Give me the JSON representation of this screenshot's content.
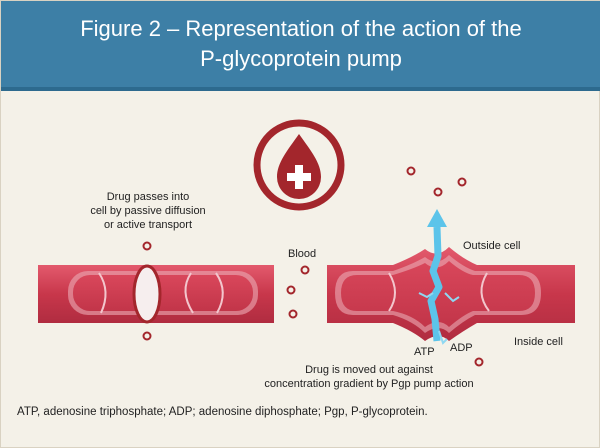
{
  "figure": {
    "title_line1": "Figure 2 – Representation of the action of the",
    "title_line2": "P-glycoprotein pump"
  },
  "labels": {
    "drug_passes_line1": "Drug passes into",
    "drug_passes_line2": "cell by passive diffusion",
    "drug_passes_line3": "or active transport",
    "blood": "Blood",
    "outside_cell": "Outside cell",
    "inside_cell": "Inside cell",
    "atp": "ATP",
    "adp": "ADP",
    "drug_moved_line1": "Drug is moved out against",
    "drug_moved_line2": "concentration gradient by Pgp pump action"
  },
  "caption": "ATP, adenosine triphosphate; ADP; adenosine diphosphate; Pgp, P-glycoprotein.",
  "icons": {
    "blood_drop": "blood-drop-plus-icon",
    "pump_arrow": "upward-arrow-icon"
  },
  "colors": {
    "header": "#3d7fa6",
    "membrane": "#c8374b",
    "membrane_light": "#e46a7b",
    "drug": "#a3262c",
    "arrow": "#5cc4ea"
  }
}
